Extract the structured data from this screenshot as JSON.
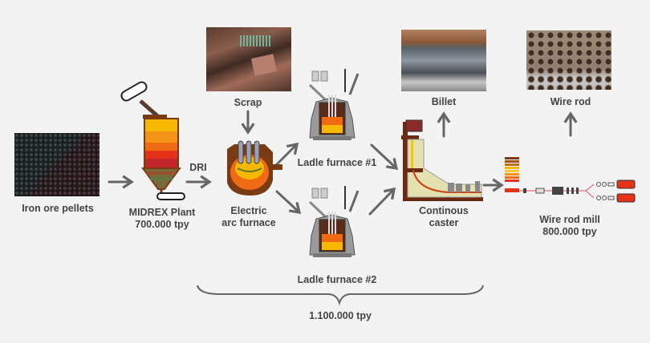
{
  "diagram": {
    "title": "Steel plant process flow",
    "nodes": {
      "iron_ore": {
        "label": "Iron ore pellets"
      },
      "midrex": {
        "label": "MIDREX Plant",
        "capacity": "700.000 tpy"
      },
      "dri": {
        "label": "DRI"
      },
      "scrap": {
        "label": "Scrap"
      },
      "eaf": {
        "label_line1": "Electric",
        "label_line2": "arc furnace"
      },
      "ladle1": {
        "label": "Ladle furnace #1"
      },
      "ladle2": {
        "label": "Ladle furnace #2"
      },
      "caster": {
        "label_line1": "Continous",
        "label_line2": "caster"
      },
      "billet": {
        "label": "Billet"
      },
      "wire_rod_mill": {
        "label": "Wire rod mill",
        "capacity": "800.000 tpy"
      },
      "wire_rod": {
        "label": "Wire rod"
      }
    },
    "meltshop_capacity": "1.100.000 tpy",
    "colors": {
      "background": "#f3f3f3",
      "text": "#444444",
      "arrow": "#666666",
      "furnace_hot": "#f7a21b",
      "furnace_red": "#e5321b",
      "furnace_shell": "#7a3b12",
      "steel_gray": "#9a9a9a"
    }
  }
}
